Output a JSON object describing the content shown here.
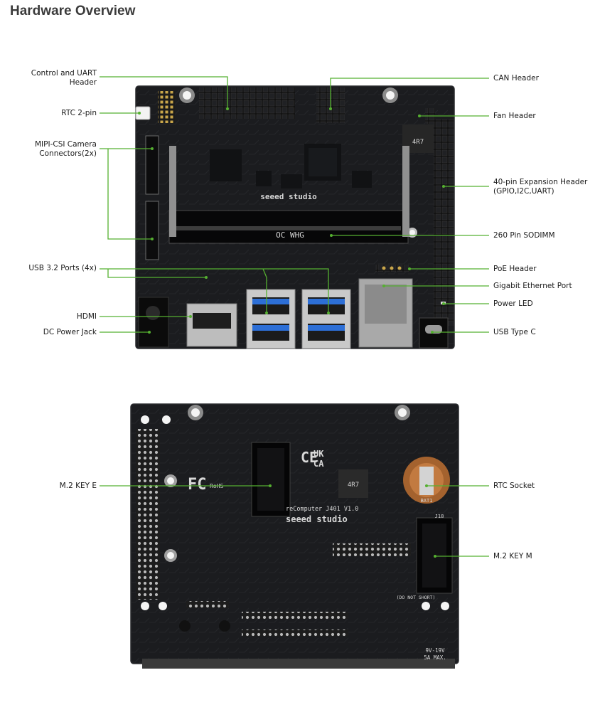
{
  "page": {
    "title": "Hardware Overview"
  },
  "colors": {
    "callout_line": "#55b030",
    "board": "#1b1c1f",
    "pcb_edge": "#2a2b2f",
    "usb_blue": "#2d6fd6"
  },
  "top_view": {
    "silkscreen": {
      "brand": "seeed studio",
      "slot_mark": "OC WHG",
      "inductor": "4R7"
    },
    "labels_left": [
      {
        "key": "control_uart",
        "line1": "Control and UART",
        "line2": "Header"
      },
      {
        "key": "rtc_2pin",
        "line1": "RTC 2-pin"
      },
      {
        "key": "mipi_csi",
        "line1": "MIPI-CSI Camera",
        "line2": "Connectors(2x)"
      },
      {
        "key": "usb32",
        "line1": "USB 3.2 Ports (4x)"
      },
      {
        "key": "hdmi",
        "line1": "HDMI"
      },
      {
        "key": "dc_jack",
        "line1": "DC Power Jack"
      }
    ],
    "labels_right": [
      {
        "key": "can_header",
        "line1": "CAN Header"
      },
      {
        "key": "fan_header",
        "line1": "Fan Header"
      },
      {
        "key": "expansion",
        "line1": "40-pin Expansion Header",
        "line2": "(GPIO,I2C,UART)"
      },
      {
        "key": "sodimm",
        "line1": "260 Pin SODIMM"
      },
      {
        "key": "poe",
        "line1": "PoE Header"
      },
      {
        "key": "ethernet",
        "line1": "Gigabit Ethernet Port"
      },
      {
        "key": "power_led",
        "line1": "Power LED"
      },
      {
        "key": "usb_c",
        "line1": "USB Type C"
      }
    ]
  },
  "bottom_view": {
    "silkscreen": {
      "model": "reComputer J401 V1.0",
      "brand": "seeed studio",
      "marks": [
        "CE",
        "UK",
        "CA"
      ],
      "fcc": "FC",
      "rohs": "RoHS",
      "inductor": "4R7",
      "rtc_ref": "BAT1",
      "m2m_ref": "J18",
      "dc_warning": "(DO NOT SHORT)",
      "voltage": "9V-19V",
      "current": "5A MAX."
    },
    "labels_left": [
      {
        "key": "m2_e",
        "line1": "M.2 KEY E"
      }
    ],
    "labels_right": [
      {
        "key": "rtc_socket",
        "line1": "RTC Socket"
      },
      {
        "key": "m2_m",
        "line1": "M.2 KEY M"
      }
    ]
  }
}
